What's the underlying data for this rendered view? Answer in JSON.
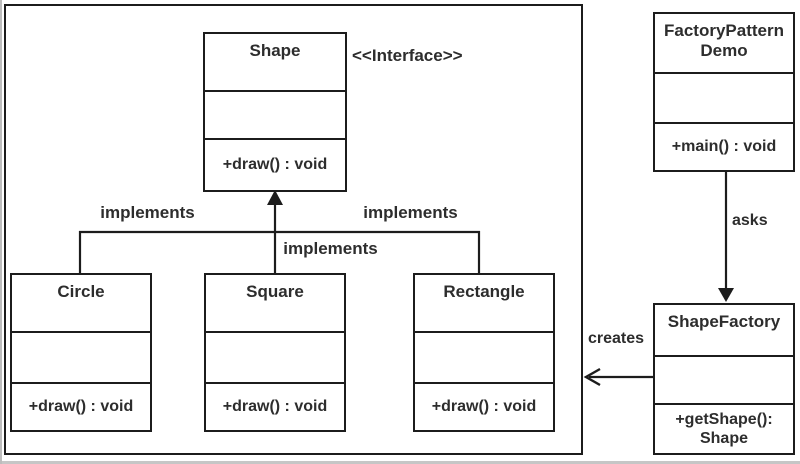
{
  "diagram": {
    "type": "uml-class-diagram",
    "title_hint": "Factory Pattern UML",
    "stereotype_label": "<<Interface>>",
    "classes": {
      "shape": {
        "name": "Shape",
        "attributes": "",
        "method": "+draw() : void"
      },
      "circle": {
        "name": "Circle",
        "attributes": "",
        "method": "+draw() : void"
      },
      "square": {
        "name": "Square",
        "attributes": "",
        "method": "+draw() : void"
      },
      "rectangle": {
        "name": "Rectangle",
        "attributes": "",
        "method": "+draw() : void"
      },
      "factory_pattern_demo": {
        "name": "FactoryPattern Demo",
        "attributes": "",
        "method": "+main() : void"
      },
      "shape_factory": {
        "name": "ShapeFactory",
        "attributes": "",
        "method": "+getShape(): Shape"
      }
    },
    "relationships": {
      "implements_left": "implements",
      "implements_middle": "implements",
      "implements_right": "implements",
      "asks": "asks",
      "creates": "creates"
    },
    "colors": {
      "line": "#1c1c1c",
      "text": "#2d2d2d",
      "background": "#ffffff"
    }
  }
}
